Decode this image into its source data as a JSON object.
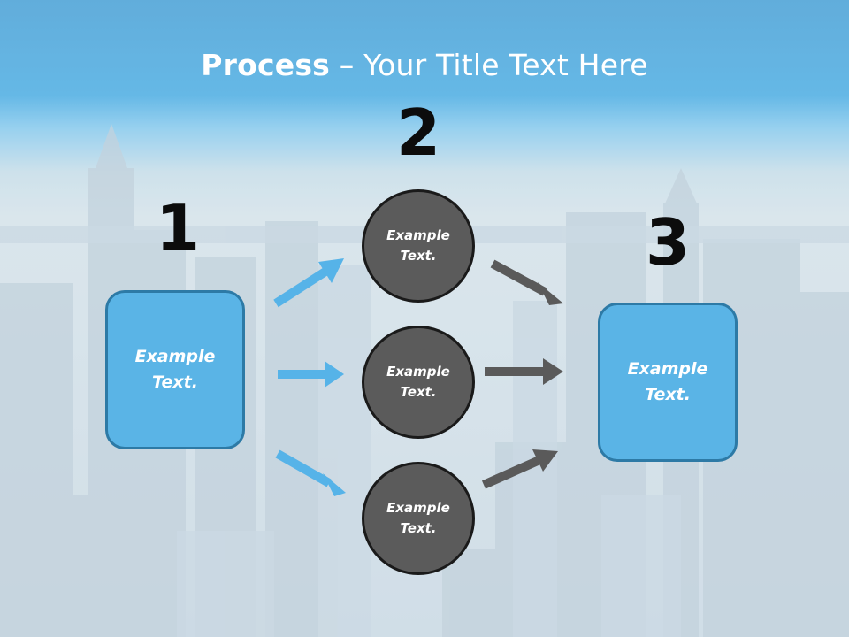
{
  "slide": {
    "title_bold": "Process",
    "title_rest": " – Your Title Text Here"
  },
  "steps": [
    {
      "number": "1"
    },
    {
      "number": "2"
    },
    {
      "number": "3"
    }
  ],
  "boxes": {
    "left": "Example\nText.",
    "right": "Example\nText."
  },
  "circles": [
    {
      "label": "Example\nText."
    },
    {
      "label": "Example\nText."
    },
    {
      "label": "Example\nText."
    }
  ],
  "colors": {
    "header_blue": "#3aa3dd",
    "box_fill": "#5ab4e6",
    "box_border": "#2d7aa6",
    "circle_fill": "#5b5b5b",
    "arrow_blue": "#56b3e8",
    "arrow_gray": "#5a5a5a"
  }
}
